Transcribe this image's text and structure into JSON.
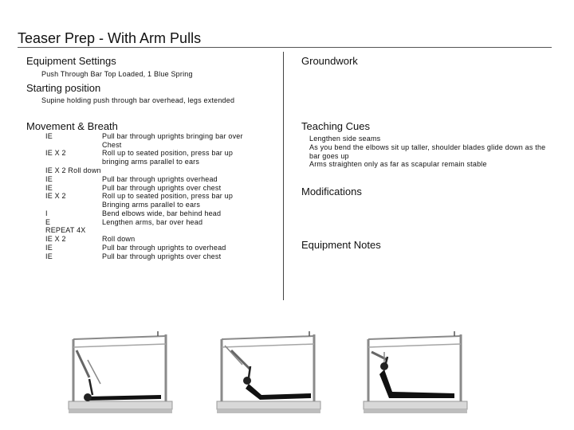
{
  "title": "Teaser Prep - With Arm Pulls",
  "left": {
    "equipment_settings": {
      "heading": "Equipment Settings",
      "text": "Push Through Bar Top Loaded, 1 Blue Spring"
    },
    "starting_position": {
      "heading": "Starting position",
      "text": "Supine holding push through bar overhead, legs extended"
    },
    "movement_breath": {
      "heading": "Movement & Breath",
      "rows": [
        {
          "step": "IE",
          "desc": "Pull bar through uprights bringing bar over Chest"
        },
        {
          "step": "IE X 2",
          "desc": "Roll up to seated position, press bar up bringing arms parallel to ears"
        },
        {
          "step": "IE X 2 Roll down",
          "desc": ""
        },
        {
          "step": "IE",
          "desc": "Pull bar through uprights overhead"
        },
        {
          "step": "IE",
          "desc": "Pull bar through uprights over chest"
        },
        {
          "step": "IE X 2",
          "desc": "Roll up to seated position, press bar up Bringing arms parallel to ears"
        },
        {
          "step": "I",
          "desc": "Bend elbows wide, bar behind head"
        },
        {
          "step": "E",
          "desc": "Lengthen arms, bar over head"
        },
        {
          "step": "REPEAT 4X",
          "desc": ""
        },
        {
          "step": "IE X 2",
          "desc": "Roll down"
        },
        {
          "step": "IE",
          "desc": "Pull bar through uprights to overhead"
        },
        {
          "step": "IE",
          "desc": "Pull bar through uprights over chest"
        }
      ]
    }
  },
  "right": {
    "groundwork": {
      "heading": "Groundwork"
    },
    "teaching_cues": {
      "heading": "Teaching Cues",
      "items": [
        "Lengthen side seams",
        "As you bend the elbows sit up taller, shoulder blades glide down as the bar goes up",
        "Arms straighten only as far as scapular remain stable"
      ]
    },
    "modifications": {
      "heading": "Modifications"
    },
    "equipment_notes": {
      "heading": "Equipment Notes"
    }
  },
  "colors": {
    "text": "#111111",
    "rule": "#555555",
    "frame": "#8a8a8a",
    "body": "#111111",
    "bed": "#d8d8d8"
  }
}
